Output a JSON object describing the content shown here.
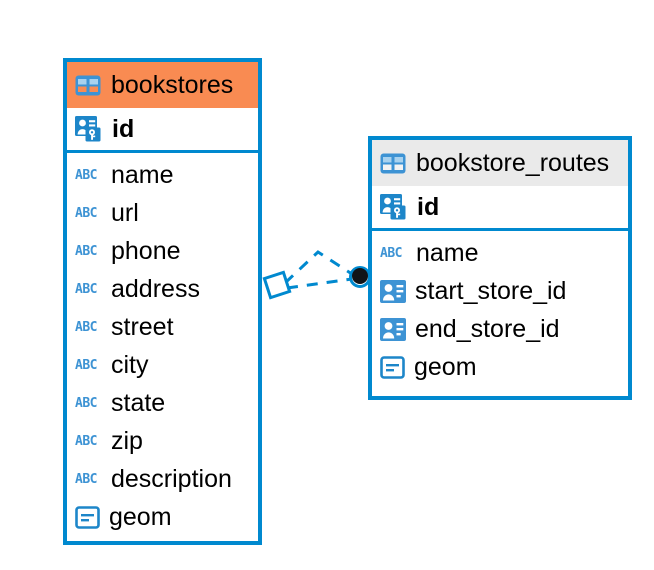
{
  "diagram": {
    "type": "entity-relationship-diagram",
    "background_color": "#ffffff",
    "accent_color": "#0089cf",
    "highlight_color": "#f98b52",
    "neutral_header_color": "#eaeaea"
  },
  "tables": [
    {
      "name": "bookstores",
      "header_style": "highlighted",
      "table_icon": "table-icon",
      "primary_key": {
        "label": "id",
        "icon": "primary-key-icon"
      },
      "columns": [
        {
          "label": "name",
          "icon": "text-type-icon",
          "icon_text": "ABC"
        },
        {
          "label": "url",
          "icon": "text-type-icon",
          "icon_text": "ABC"
        },
        {
          "label": "phone",
          "icon": "text-type-icon",
          "icon_text": "ABC"
        },
        {
          "label": "address",
          "icon": "text-type-icon",
          "icon_text": "ABC"
        },
        {
          "label": "street",
          "icon": "text-type-icon",
          "icon_text": "ABC"
        },
        {
          "label": "city",
          "icon": "text-type-icon",
          "icon_text": "ABC"
        },
        {
          "label": "state",
          "icon": "text-type-icon",
          "icon_text": "ABC"
        },
        {
          "label": "zip",
          "icon": "text-type-icon",
          "icon_text": "ABC"
        },
        {
          "label": "description",
          "icon": "text-type-icon",
          "icon_text": "ABC"
        },
        {
          "label": "geom",
          "icon": "geometry-type-icon",
          "icon_text": ""
        }
      ]
    },
    {
      "name": "bookstore_routes",
      "header_style": "plain",
      "table_icon": "table-icon",
      "primary_key": {
        "label": "id",
        "icon": "primary-key-icon"
      },
      "columns": [
        {
          "label": "name",
          "icon": "text-type-icon",
          "icon_text": "ABC"
        },
        {
          "label": "start_store_id",
          "icon": "foreign-key-icon",
          "icon_text": ""
        },
        {
          "label": "end_store_id",
          "icon": "foreign-key-icon",
          "icon_text": ""
        },
        {
          "label": "geom",
          "icon": "geometry-type-icon",
          "icon_text": ""
        }
      ]
    }
  ],
  "relationship": {
    "style": "dashed",
    "color": "#0089cf",
    "source_endpoint": "diamond-endpoint",
    "target_endpoint": "circle-endpoint"
  }
}
